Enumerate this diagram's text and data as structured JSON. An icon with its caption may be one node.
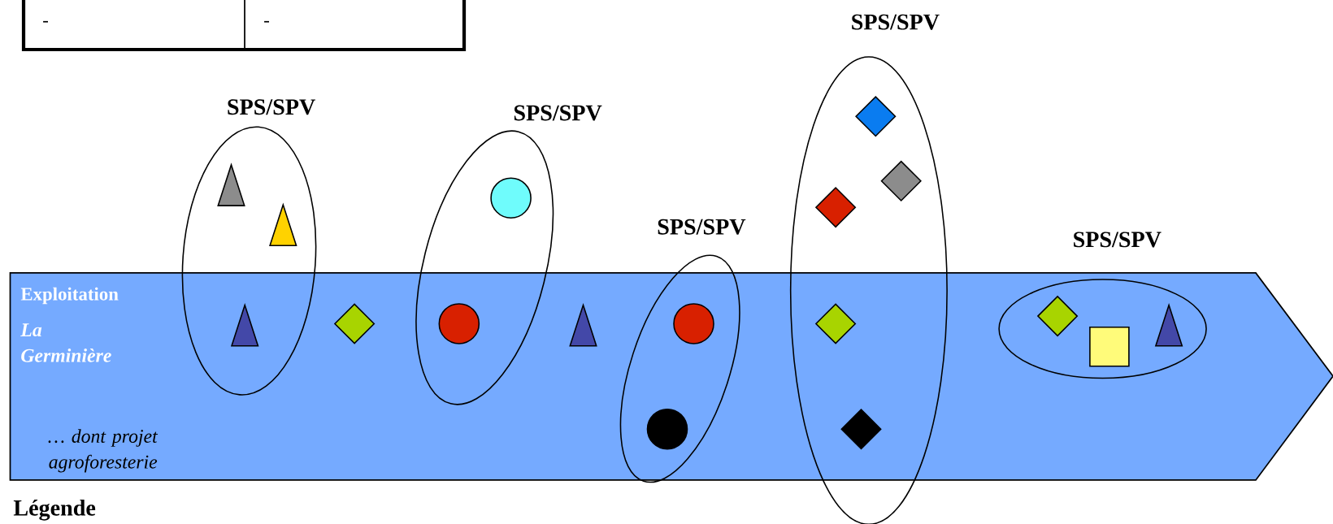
{
  "diagram": {
    "nodes": [
      {
        "text": [
          "Exploitation",
          "La Germinière",
          "… dont projet agroforesterie"
        ]
      },
      {
        "text": [
          "SPS/SPV"
        ]
      },
      {
        "text": [],
        "shape": "triangle",
        "in": 1
      },
      {
        "text": [],
        "shape": "triangle",
        "in": 1
      },
      {
        "text": [],
        "shape": "triangle"
      },
      {
        "text": [],
        "shape": "diamond",
        "in": 0
      },
      {
        "text": [
          "SPS/SPV"
        ]
      },
      {
        "text": [],
        "shape": "circle",
        "in": 6
      },
      {
        "text": [],
        "shape": "circle"
      },
      {
        "text": [],
        "shape": "triangle",
        "in": 0
      },
      {
        "text": [
          "SPS/SPV"
        ]
      },
      {
        "text": [],
        "shape": "circle",
        "in": 10
      },
      {
        "text": [],
        "shape": "circle",
        "in": 10
      },
      {
        "text": [
          "SPS/SPV"
        ]
      },
      {
        "text": [],
        "shape": "diamond",
        "in": 13
      },
      {
        "text": [],
        "shape": "diamond",
        "in": 13
      },
      {
        "text": [],
        "shape": "diamond",
        "in": 13
      },
      {
        "text": [],
        "shape": "diamond"
      },
      {
        "text": [],
        "shape": "diamond"
      },
      {
        "text": [
          "SPS/SPV"
        ],
        "in": 0
      },
      {
        "text": [],
        "shape": "diamond",
        "in": 19
      },
      {
        "text": [],
        "shape": "box",
        "in": 19
      },
      {
        "text": [],
        "shape": "triangle",
        "in": 19
      }
    ],
    "labels": [
      "-",
      "-",
      "Légende"
    ]
  }
}
